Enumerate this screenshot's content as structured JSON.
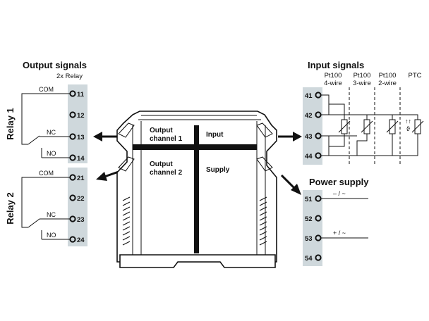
{
  "left": {
    "title": "Output signals",
    "subtitle": "2x Relay",
    "relay1": {
      "label": "Relay 1",
      "terminals": [
        "11",
        "12",
        "13",
        "14"
      ],
      "signals": [
        "COM",
        "NC",
        "NO"
      ]
    },
    "relay2": {
      "label": "Relay 2",
      "terminals": [
        "21",
        "22",
        "23",
        "24"
      ],
      "signals": [
        "COM",
        "NC",
        "NO"
      ]
    }
  },
  "center": {
    "output1": [
      "Output",
      "channel 1"
    ],
    "output2": [
      "Output",
      "channel 2"
    ],
    "input": "Input",
    "supply": "Supply"
  },
  "right": {
    "input_title": "Input signals",
    "input_terminals": [
      "41",
      "42",
      "43",
      "44"
    ],
    "sensors": [
      {
        "line1": "Pt100",
        "line2": "4-wire"
      },
      {
        "line1": "Pt100",
        "line2": "3-wire"
      },
      {
        "line1": "Pt100",
        "line2": "2-wire"
      },
      {
        "line1": "PTC",
        "line2": ""
      }
    ],
    "ptc_symbol": "↑↑\nϑ",
    "power_title": "Power supply",
    "power_terminals": [
      "51",
      "52",
      "53",
      "54"
    ],
    "power_labels": [
      "– / ~",
      "+ / ~"
    ]
  },
  "colors": {
    "terminal_strip": "#cfd8dc",
    "ink": "#111111"
  }
}
